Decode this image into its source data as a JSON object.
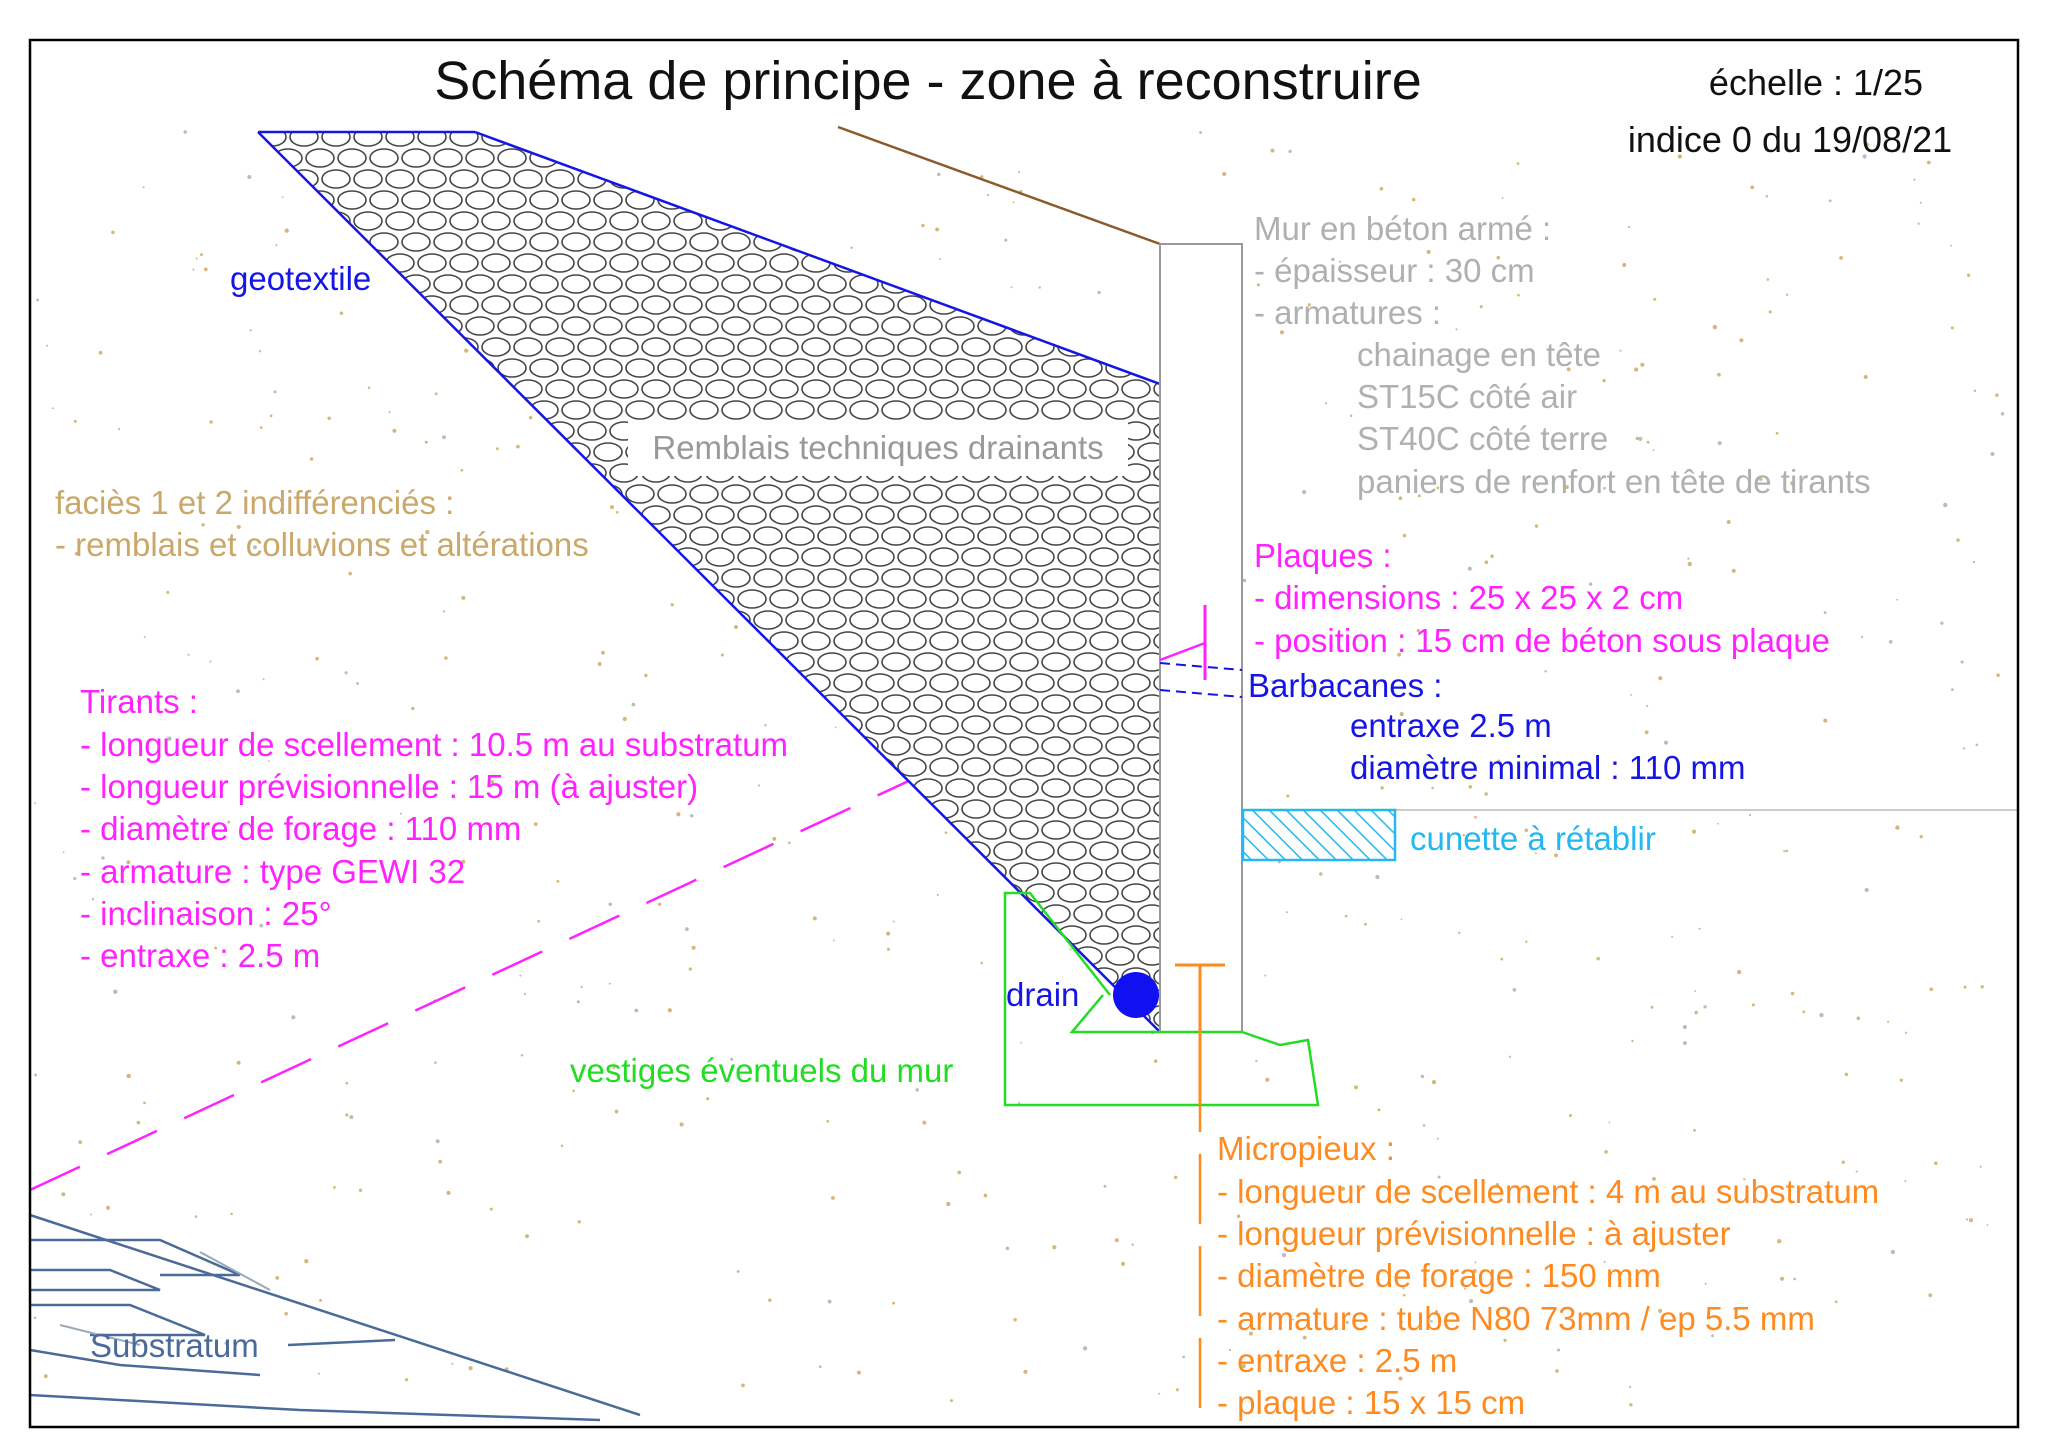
{
  "title": "Schéma de principe - zone à reconstruire",
  "scale": "échelle : 1/25",
  "revision": "indice 0  du 19/08/21",
  "colors": {
    "wall_notes": "#b0b0b0",
    "soil": "#c9a86a",
    "tie_rods": "#ff22ff",
    "plates": "#ff22ff",
    "geotextile": "#1515e6",
    "weep_holes": "#1515e6",
    "drain": "#1010f0",
    "gutter": "#22b8f0",
    "remains": "#22dd22",
    "micropiles": "#ff8a1f",
    "substratum": "#4a6a9a",
    "backfill_stroke": "#333333"
  },
  "labels": {
    "geotextile": "geotextile",
    "backfill": "Remblais techniques drainants",
    "drain": "drain",
    "gutter": "cunette à rétablir",
    "remains": "vestiges éventuels du mur",
    "substratum": "Substratum"
  },
  "soil_notes": [
    "faciès 1 et 2 indifférenciés :",
    " - remblais et colluvions et altérations"
  ],
  "wall_notes": {
    "heading": "Mur en béton armé :",
    "lines": [
      " - épaisseur : 30 cm",
      " - armatures :"
    ],
    "sub_lines": [
      "chainage en tête",
      "ST15C côté air",
      "ST40C côté terre",
      "paniers de renfort en tête de tirants"
    ]
  },
  "plates_notes": {
    "heading": "Plaques :",
    "lines": [
      " - dimensions : 25 x 25 x 2 cm",
      " - position : 15 cm de béton sous plaque"
    ]
  },
  "weep_notes": {
    "heading": "Barbacanes :",
    "lines": [
      "entraxe 2.5 m",
      "diamètre minimal : 110 mm"
    ]
  },
  "tie_notes": {
    "heading": "Tirants :",
    "lines": [
      " - longueur de scellement : 10.5 m au substratum",
      " - longueur prévisionnelle : 15 m (à ajuster)",
      " - diamètre de forage : 110 mm",
      " - armature : type GEWI 32",
      " - inclinaison : 25°",
      " - entraxe : 2.5 m"
    ]
  },
  "micropile_notes": {
    "heading": "Micropieux :",
    "lines": [
      " - longueur de scellement : 4 m au substratum",
      " - longueur prévisionnelle : à ajuster",
      " - diamètre de forage : 150 mm",
      " - armature : tube N80 73mm / ep 5.5 mm",
      " - entraxe : 2.5 m",
      " - plaque : 15 x 15 cm"
    ]
  }
}
